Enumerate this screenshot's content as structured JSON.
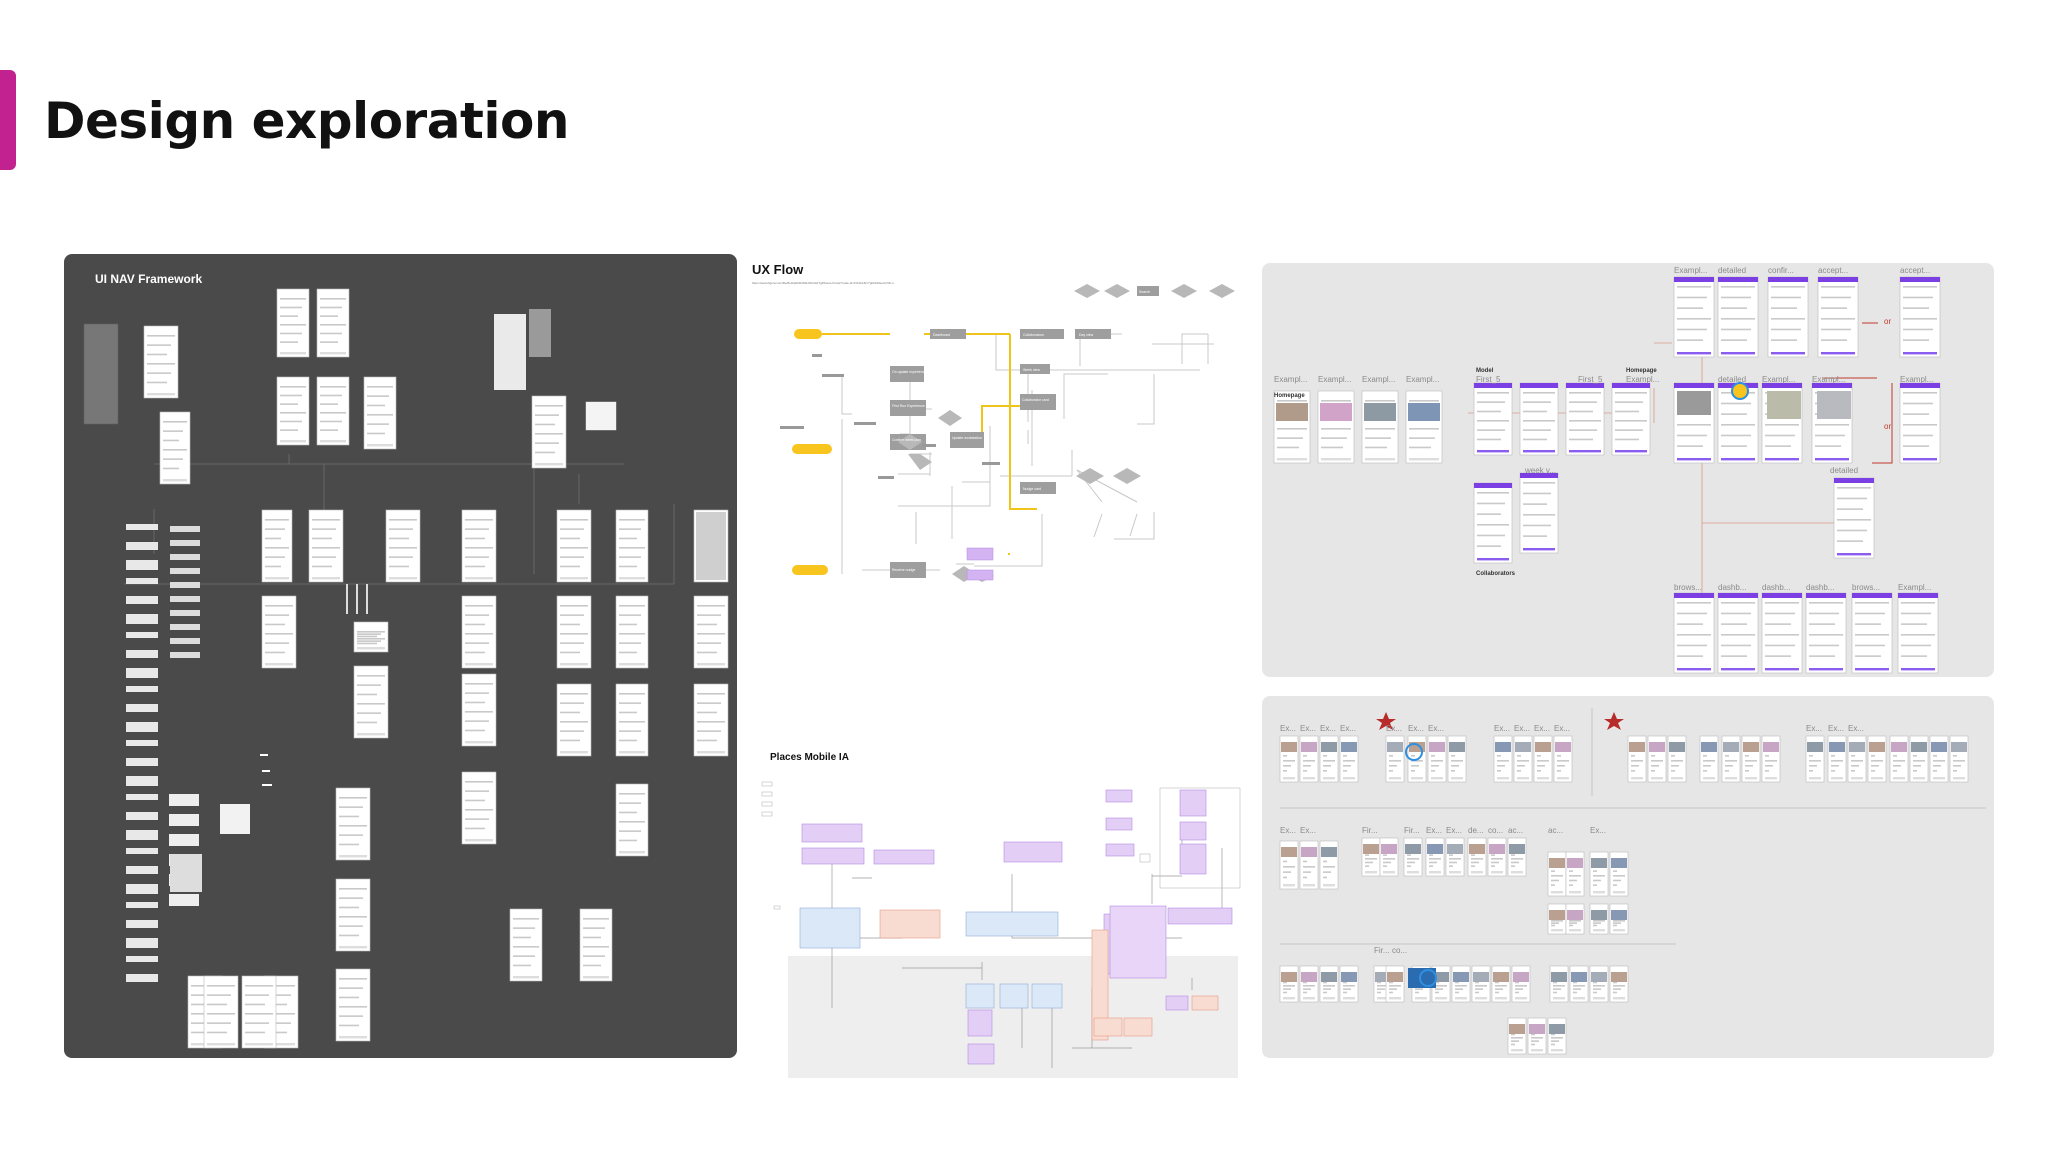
{
  "slide": {
    "title": "Design exploration"
  },
  "nav_panel": {
    "title": "UI NAV Framework"
  },
  "ux_flow": {
    "title": "UX Flow",
    "url": "https://www.figma.com/file/8nHtp0bRdNbHf1hxdHTg/Places-Flows?node-id=4%3A1&t=7gKb8HfeoAcNfx-1",
    "nodes": {
      "dashboard": "Dashboard",
      "collaborators": "Collaborators",
      "day_view": "Day view",
      "search": "Search",
      "week_view": "Week view",
      "on_update": "On update experience",
      "first_run": "First Run Experience",
      "confirm_week": "Confirm week plan",
      "update_workstation": "Update workstation",
      "collaborator_card": "Collaborator card",
      "nudge_card": "Nudge card",
      "receive_nudge": "Receive nudge"
    }
  },
  "places_ia": {
    "title": "Places Mobile IA"
  },
  "prototype": {
    "labels": {
      "homepage": "Homepage",
      "model": "Model",
      "first_5": "First_5",
      "homepage_2": "Homepage",
      "collaborators": "Collaborators",
      "week_v": "week v...",
      "detailed": "detailed"
    },
    "top_row": [
      "Exampl...",
      "detailed",
      "confir...",
      "accept...",
      "accept..."
    ],
    "mid_row": [
      "Exampl...",
      "Exampl...",
      "Exampl...",
      "Exampl...",
      "First_5",
      "Exampl...",
      "detailed",
      "Exampl...",
      "Exampl...",
      "Exampl..."
    ],
    "bottom_row": [
      "brows...",
      "dashb...",
      "dashb...",
      "dashb...",
      "brows...",
      "Exampl..."
    ],
    "or_label": "or"
  },
  "screens": {
    "row1": [
      "Ex...",
      "Ex...",
      "Ex...",
      "Ex...",
      "Ex...",
      "Ex...",
      "Ex...",
      "Ex...",
      "Ex...",
      "Ex...",
      "Ex...",
      "Ex...",
      "Ex...",
      "Ex..."
    ],
    "row2": [
      "Ex...",
      "Ex...",
      "Fir...",
      "Fir...",
      "Ex...",
      "Ex...",
      "de...",
      "co...",
      "ac...",
      "ac...",
      "Ex..."
    ],
    "row3": [
      "Fir...",
      "co..."
    ]
  },
  "colors": {
    "accent": "#c2228f",
    "purple": "#7b3fe4",
    "flow_yellow": "#f7c51e",
    "dark_panel": "#4a4a4a"
  }
}
